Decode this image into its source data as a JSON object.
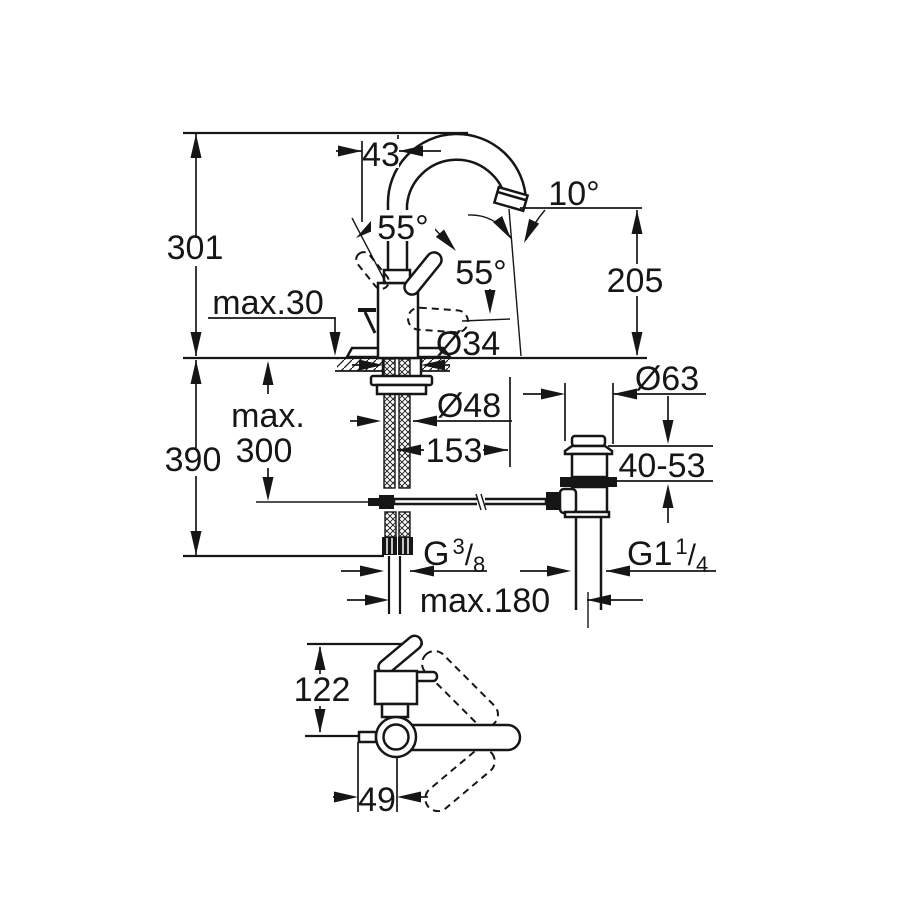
{
  "page": {
    "background": "#ffffff",
    "line_color": "#161616"
  },
  "drawing": {
    "type": "technical-dimension-drawing",
    "subject": "single-lever basin mixer with high spout and pop-up waste, front view and plan view",
    "dimensions": {
      "spout_offset": "43",
      "spout_tilt_angle": "10°",
      "handle_angle_open": "55°",
      "handle_angle_lift": "55°",
      "height_total": "301",
      "height_outlet": "205",
      "deck_max_thickness": "max.30",
      "hole_diameter": "Ø34",
      "rod_depth_line1": "max.",
      "rod_depth_line2": "300",
      "depth_total": "390",
      "base_diameter": "Ø48",
      "spout_reach": "153",
      "drain_flange_diameter": "Ø63",
      "drain_clamp_range": "40-53",
      "supply_thread": {
        "prefix": "G",
        "sup": "3",
        "slash": "/",
        "sub": "8"
      },
      "drain_thread": {
        "prefix": "G1",
        "sup": "1",
        "slash": "/",
        "sub": "4"
      },
      "rod_max_reach": "max.180",
      "plan_depth": "122",
      "plan_back_offset": "49"
    }
  }
}
